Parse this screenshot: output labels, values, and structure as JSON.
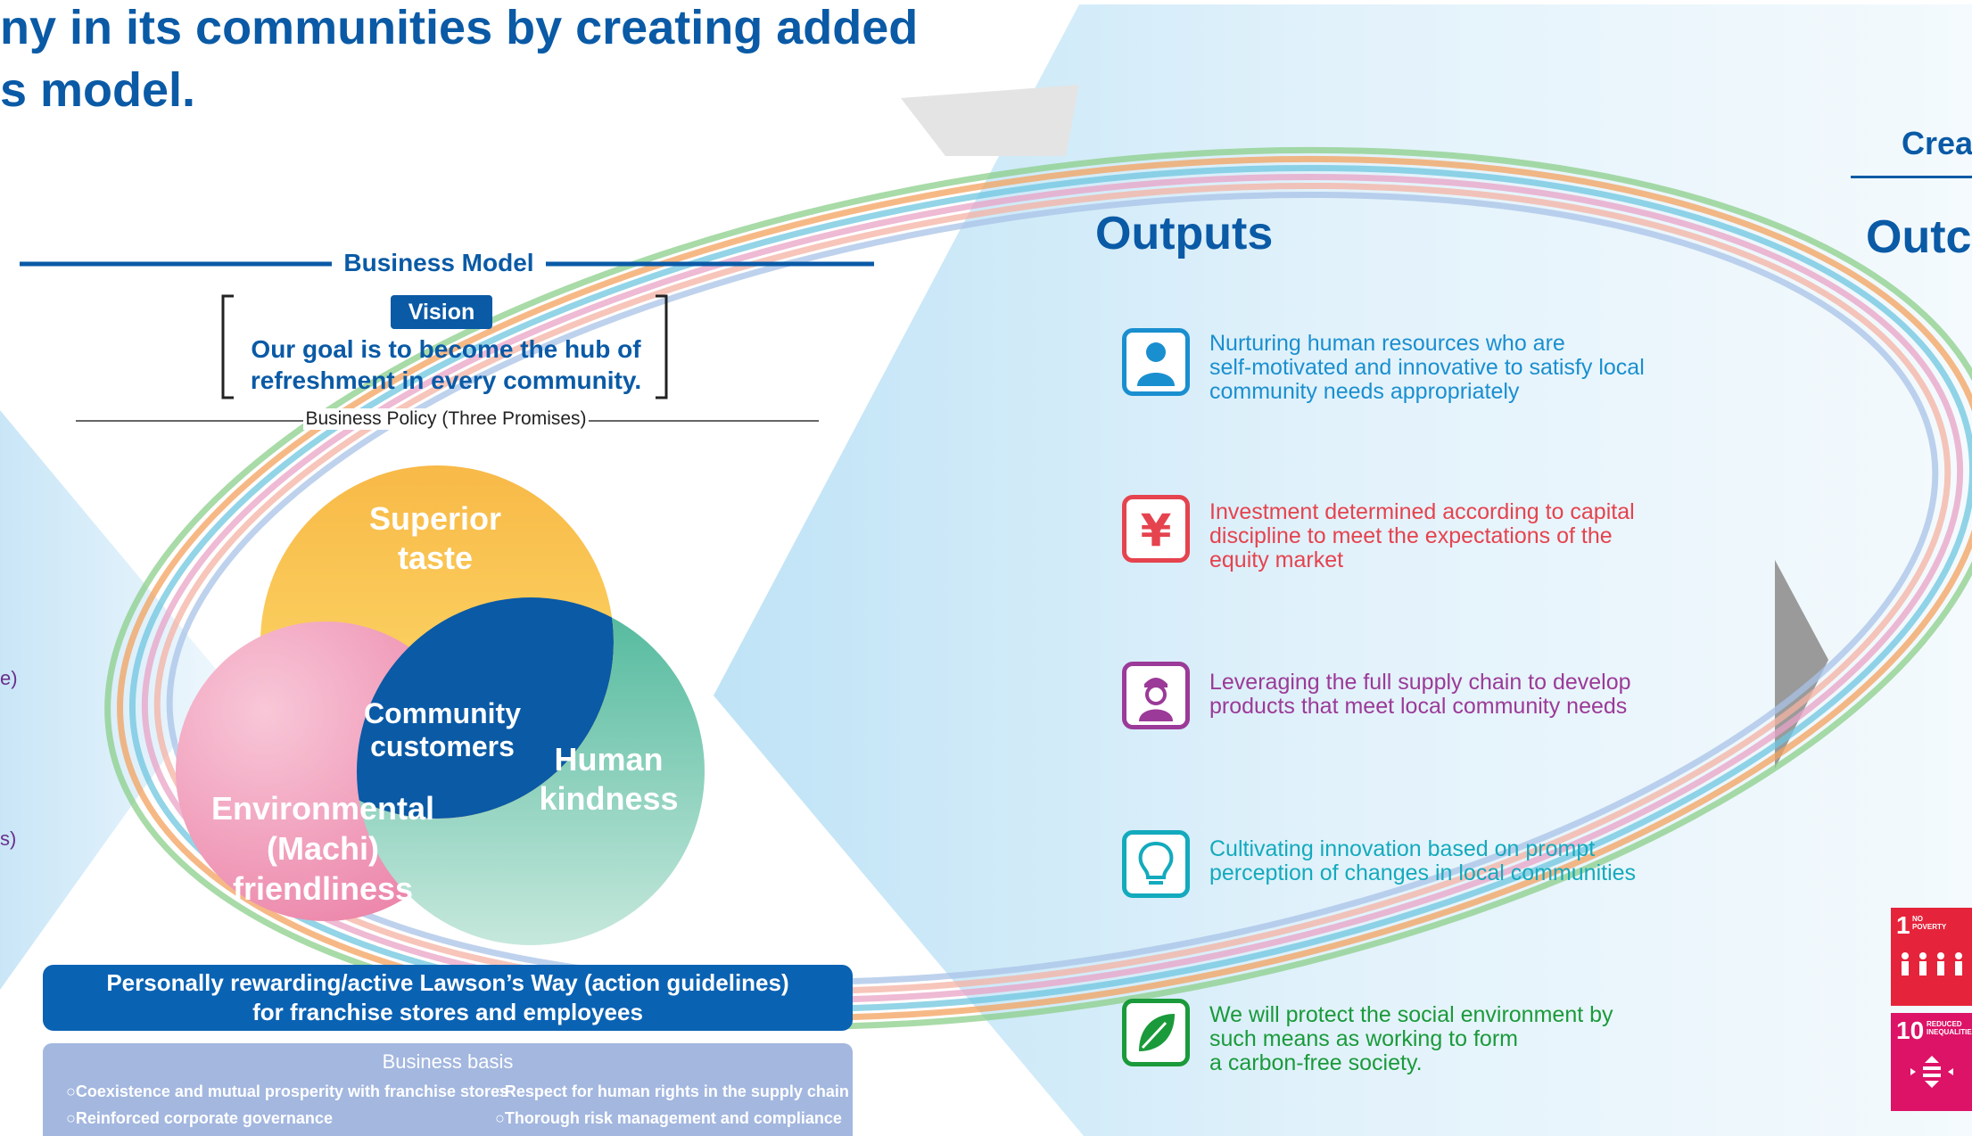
{
  "heading": {
    "line1": "ny in its communities by creating added",
    "line2": "s model."
  },
  "business_model": {
    "title": "Business Model",
    "vision_label": "Vision",
    "vision_line1": "Our goal is to become the hub of",
    "vision_line2": "refreshment in every community.",
    "policy_label": "Business Policy (Three Promises)",
    "circles": {
      "top_line1": "Superior",
      "top_line2": "taste",
      "right_line1": "Human",
      "right_line2": "kindness",
      "left_line1": "Environmental",
      "left_line2": "(Machi)",
      "left_line3": "friendliness",
      "center_line1": "Community",
      "center_line2": "customers"
    },
    "guidelines_line1": "Personally rewarding/active Lawson’s Way (action guidelines)",
    "guidelines_line2": "for franchise stores and employees",
    "basis_title": "Business basis",
    "basis_items": [
      "○Coexistence and mutual prosperity with franchise stores",
      "○Respect for human rights in the supply chain",
      "○Reinforced corporate governance",
      "○Thorough risk management and compliance"
    ]
  },
  "side_labels": [
    "e)",
    "s)"
  ],
  "outputs": {
    "title": "Outputs",
    "items": [
      {
        "icon": "person-icon",
        "color": "#1a8fd0",
        "lines": [
          "Nurturing human resources who are",
          "self-motivated and innovative to satisfy local",
          "community needs appropriately"
        ]
      },
      {
        "icon": "yen-icon",
        "color": "#e5434e",
        "lines": [
          "Investment determined according to capital",
          "discipline to meet the expectations of the",
          "equity market"
        ]
      },
      {
        "icon": "worker-icon",
        "color": "#9b3a98",
        "lines": [
          "Leveraging the full supply chain to develop",
          "products that meet local community needs"
        ]
      },
      {
        "icon": "lightbulb-icon",
        "color": "#13aabd",
        "lines": [
          "Cultivating innovation based on prompt",
          "perception of changes in local communities"
        ]
      },
      {
        "icon": "leaf-icon",
        "color": "#1a9a3a",
        "lines": [
          "We will protect the social environment by",
          "such means as working to form",
          "a carbon-free society."
        ]
      }
    ]
  },
  "right_panel": {
    "create_title": "Crea",
    "outcomes_title": "Outc"
  },
  "sdgs": [
    {
      "number": "1",
      "label_line1": "NO",
      "label_line2": "POVERTY",
      "color": "#e5243b"
    },
    {
      "number": "10",
      "label_line1": "REDUCED",
      "label_line2": "INEQUALITIES",
      "color": "#dd1367"
    }
  ],
  "colors": {
    "brand_blue": "#0a5aa6",
    "guidelines_bg": "#0a62b3",
    "basis_bg": "#a3b7df",
    "circle_yellow": "#f9c84a",
    "circle_teal": "#5dbfa5",
    "circle_pink": "#ef8db0",
    "circle_center": "#0a5aa6"
  }
}
